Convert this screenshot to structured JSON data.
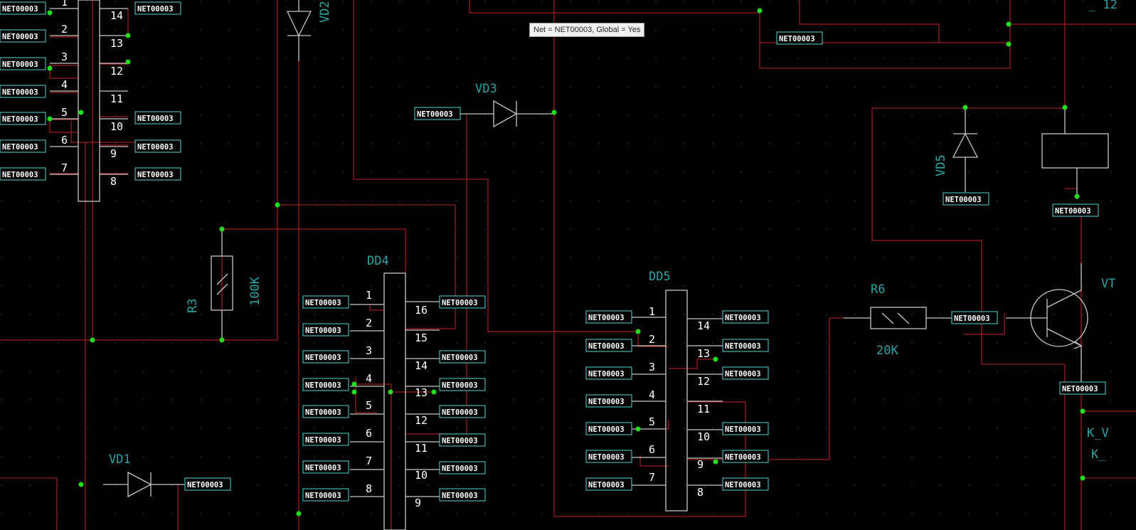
{
  "app": {
    "tool": "schematic-editor"
  },
  "tooltip": {
    "text": "Net = NET00003, Global = Yes"
  },
  "colors": {
    "background": "#000000",
    "wire": "#cc2222",
    "part": "#c8c8c8",
    "pin_text": "#ffffff",
    "refdes": "#2aa5a5",
    "junction": "#22dd22",
    "label_border": "#5ad3d3"
  },
  "net_label": "NET00003",
  "parts": {
    "dd4": {
      "ref": "DD4",
      "left_pins": [
        "1",
        "2",
        "3",
        "4",
        "5",
        "6",
        "7",
        "8"
      ],
      "right_pins": [
        "16",
        "15",
        "14",
        "13",
        "12",
        "11",
        "10",
        "9"
      ]
    },
    "dd5": {
      "ref": "DD5",
      "left_pins": [
        "1",
        "2",
        "3",
        "4",
        "5",
        "6",
        "7"
      ],
      "right_pins": [
        "14",
        "13",
        "12",
        "11",
        "10",
        "9",
        "8"
      ]
    },
    "ic_tl": {
      "left_pins": [
        "1",
        "2",
        "3",
        "4",
        "5",
        "6",
        "7"
      ],
      "right_pins": [
        "14",
        "13",
        "12",
        "11",
        "10",
        "9",
        "8"
      ]
    },
    "r3": {
      "ref": "R3",
      "value": "100K"
    },
    "r6": {
      "ref": "R6",
      "value": "20K"
    },
    "vd1": {
      "ref": "VD1"
    },
    "vd2": {
      "ref": "VD2"
    },
    "vd3": {
      "ref": "VD3"
    },
    "vd5": {
      "ref": "VD5"
    },
    "vt": {
      "ref": "VT"
    },
    "kv": {
      "labels": [
        "K_V",
        "K_"
      ]
    },
    "top_right_partial": "_ 12"
  }
}
